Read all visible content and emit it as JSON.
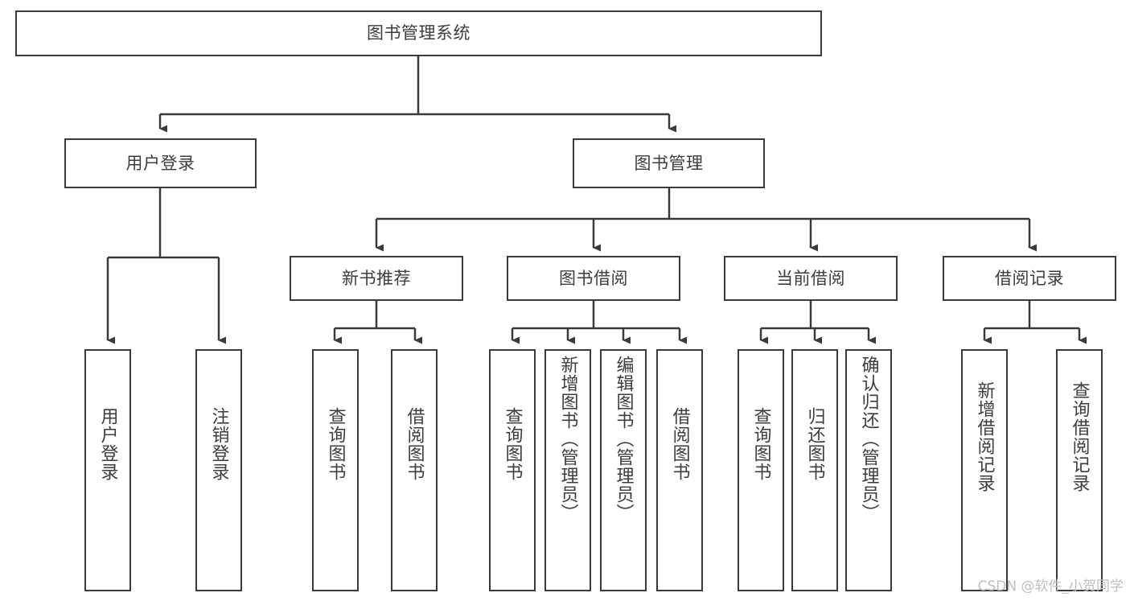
{
  "diagram": {
    "type": "tree-hierarchy",
    "title": "图书管理系统",
    "watermark": "CSDN @软件_小贺同学",
    "colors": {
      "background": "#ffffff",
      "box_fill": "#ffffff",
      "box_stroke": "#3a3a3a",
      "text": "#3d3d3d",
      "connector": "#3a3a3a",
      "watermark": "#bfbfbf"
    },
    "nodes": {
      "root": {
        "label": "图书管理系统"
      },
      "level1": [
        {
          "id": "user-login",
          "label": "用户登录"
        },
        {
          "id": "book-manage",
          "label": "图书管理"
        }
      ],
      "level2": [
        {
          "id": "new-book-recommend",
          "label": "新书推荐"
        },
        {
          "id": "book-borrow",
          "label": "图书借阅"
        },
        {
          "id": "current-borrow",
          "label": "当前借阅"
        },
        {
          "id": "borrow-record",
          "label": "借阅记录"
        }
      ],
      "leaves": {
        "user-login": [
          {
            "id": "leaf-user-login",
            "label": "用户登录"
          },
          {
            "id": "leaf-logout",
            "label": "注销登录"
          }
        ],
        "new-book-recommend": [
          {
            "id": "leaf-query-book-1",
            "label": "查询图书"
          },
          {
            "id": "leaf-borrow-book-1",
            "label": "借阅图书"
          }
        ],
        "book-borrow": [
          {
            "id": "leaf-query-book-2",
            "label": "查询图书"
          },
          {
            "id": "leaf-add-book",
            "label": "新增图书（管理员）"
          },
          {
            "id": "leaf-edit-book",
            "label": "编辑图书（管理员）"
          },
          {
            "id": "leaf-borrow-book-2",
            "label": "借阅图书"
          }
        ],
        "current-borrow": [
          {
            "id": "leaf-query-book-3",
            "label": "查询图书"
          },
          {
            "id": "leaf-return-book",
            "label": "归还图书"
          },
          {
            "id": "leaf-confirm-return",
            "label": "确认归还（管理员）"
          }
        ],
        "borrow-record": [
          {
            "id": "leaf-add-record",
            "label": "新增借阅记录"
          },
          {
            "id": "leaf-query-record",
            "label": "查询借阅记录"
          }
        ]
      }
    }
  }
}
